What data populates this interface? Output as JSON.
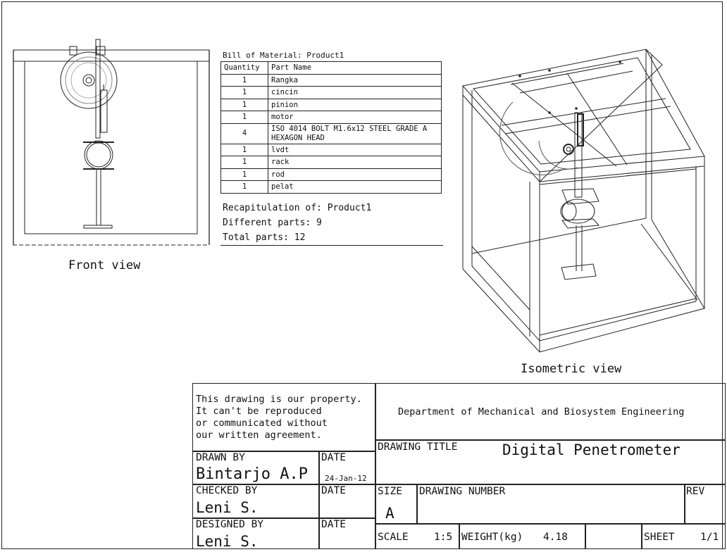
{
  "bom": {
    "caption": "Bill of Material: Product1",
    "headers": {
      "quantity": "Quantity",
      "part_name": "Part Name"
    },
    "rows": [
      {
        "qty": "1",
        "name": "Rangka"
      },
      {
        "qty": "1",
        "name": "cincin"
      },
      {
        "qty": "1",
        "name": "pinion"
      },
      {
        "qty": "1",
        "name": "motor"
      },
      {
        "qty": "4",
        "name": "ISO 4014 BOLT M1.6x12 STEEL GRADE A",
        "name2": "HEXAGON HEAD"
      },
      {
        "qty": "1",
        "name": "lvdt"
      },
      {
        "qty": "1",
        "name": "rack"
      },
      {
        "qty": "1",
        "name": "rod"
      },
      {
        "qty": "1",
        "name": "pelat"
      }
    ]
  },
  "recap": {
    "line1": "Recapitulation of: Product1",
    "line2": "Different parts: 9",
    "line3": "Total parts: 12"
  },
  "views": {
    "front": "Front view",
    "isometric": "Isometric view"
  },
  "title_block": {
    "property_lines": [
      "This drawing is our property.",
      "It can't be reproduced",
      "or communicated without",
      "our written agreement."
    ],
    "department": "Department of Mechanical and Biosystem Engineering",
    "drawn_by_label": "DRAWN BY",
    "drawn_by": "Bintarjo A.P",
    "date_label": "DATE",
    "drawn_date": "24-Jan-12",
    "checked_by_label": "CHECKED BY",
    "checked_by": "Leni S.",
    "designed_by_label": "DESIGNED BY",
    "designed_by": "Leni S.",
    "drawing_title_label": "DRAWING TITLE",
    "drawing_title": "Digital Penetrometer",
    "size_label": "SIZE",
    "size": "A",
    "drawing_number_label": "DRAWING NUMBER",
    "rev_label": "REV",
    "scale_label": "SCALE",
    "scale": "1:5",
    "weight_label": "WEIGHT(kg)",
    "weight": "4.18",
    "sheet_label": "SHEET",
    "sheet": "1/1"
  }
}
